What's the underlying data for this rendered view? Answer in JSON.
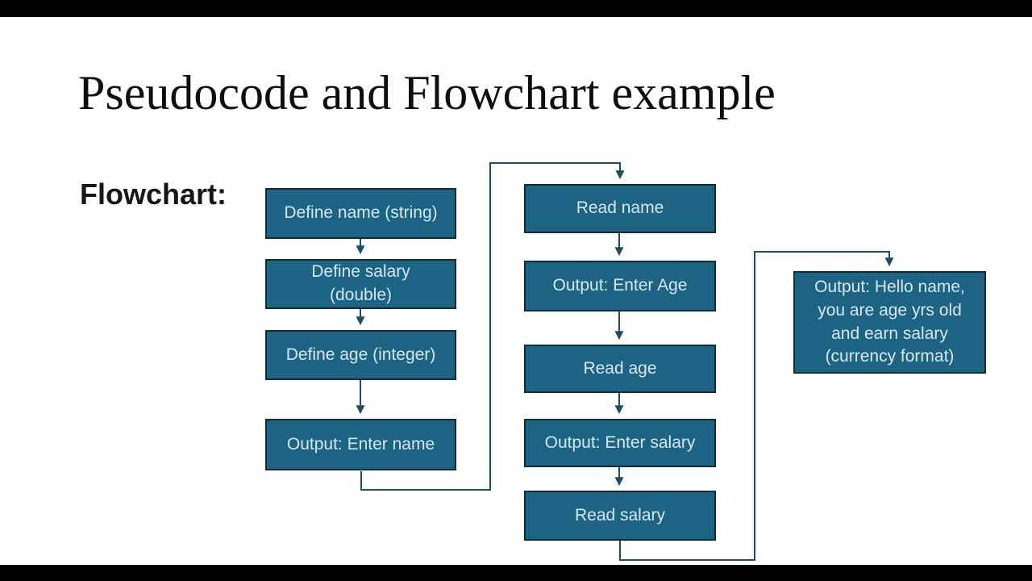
{
  "frame": {
    "letterbox_color": "#000000",
    "slide_background": "#ffffff"
  },
  "slide": {
    "title": "Pseudocode and Flowchart example",
    "section_label": "Flowchart:"
  },
  "flowchart": {
    "colors": {
      "node_fill": "#1d6484",
      "node_border": "#0d2c3c",
      "node_text": "#d6e7f0",
      "connector": "#1f4e63"
    },
    "nodes": [
      {
        "id": "define-name",
        "label": "Define name (string)"
      },
      {
        "id": "define-salary",
        "label": "Define salary\n(double)"
      },
      {
        "id": "define-age",
        "label": "Define age (integer)"
      },
      {
        "id": "output-enter-name",
        "label": "Output: Enter name"
      },
      {
        "id": "read-name",
        "label": "Read name"
      },
      {
        "id": "output-enter-age",
        "label": "Output: Enter Age"
      },
      {
        "id": "read-age",
        "label": "Read age"
      },
      {
        "id": "output-enter-salary",
        "label": "Output: Enter salary"
      },
      {
        "id": "read-salary",
        "label": "Read salary"
      },
      {
        "id": "output-hello",
        "label": "Output: Hello name,\nyou are age yrs old\nand earn salary\n(currency format)"
      }
    ],
    "edges": [
      {
        "from": "define-name",
        "to": "define-salary"
      },
      {
        "from": "define-salary",
        "to": "define-age"
      },
      {
        "from": "define-age",
        "to": "output-enter-name"
      },
      {
        "from": "output-enter-name",
        "to": "read-name"
      },
      {
        "from": "read-name",
        "to": "output-enter-age"
      },
      {
        "from": "output-enter-age",
        "to": "read-age"
      },
      {
        "from": "read-age",
        "to": "output-enter-salary"
      },
      {
        "from": "output-enter-salary",
        "to": "read-salary"
      },
      {
        "from": "read-salary",
        "to": "output-hello"
      }
    ]
  }
}
